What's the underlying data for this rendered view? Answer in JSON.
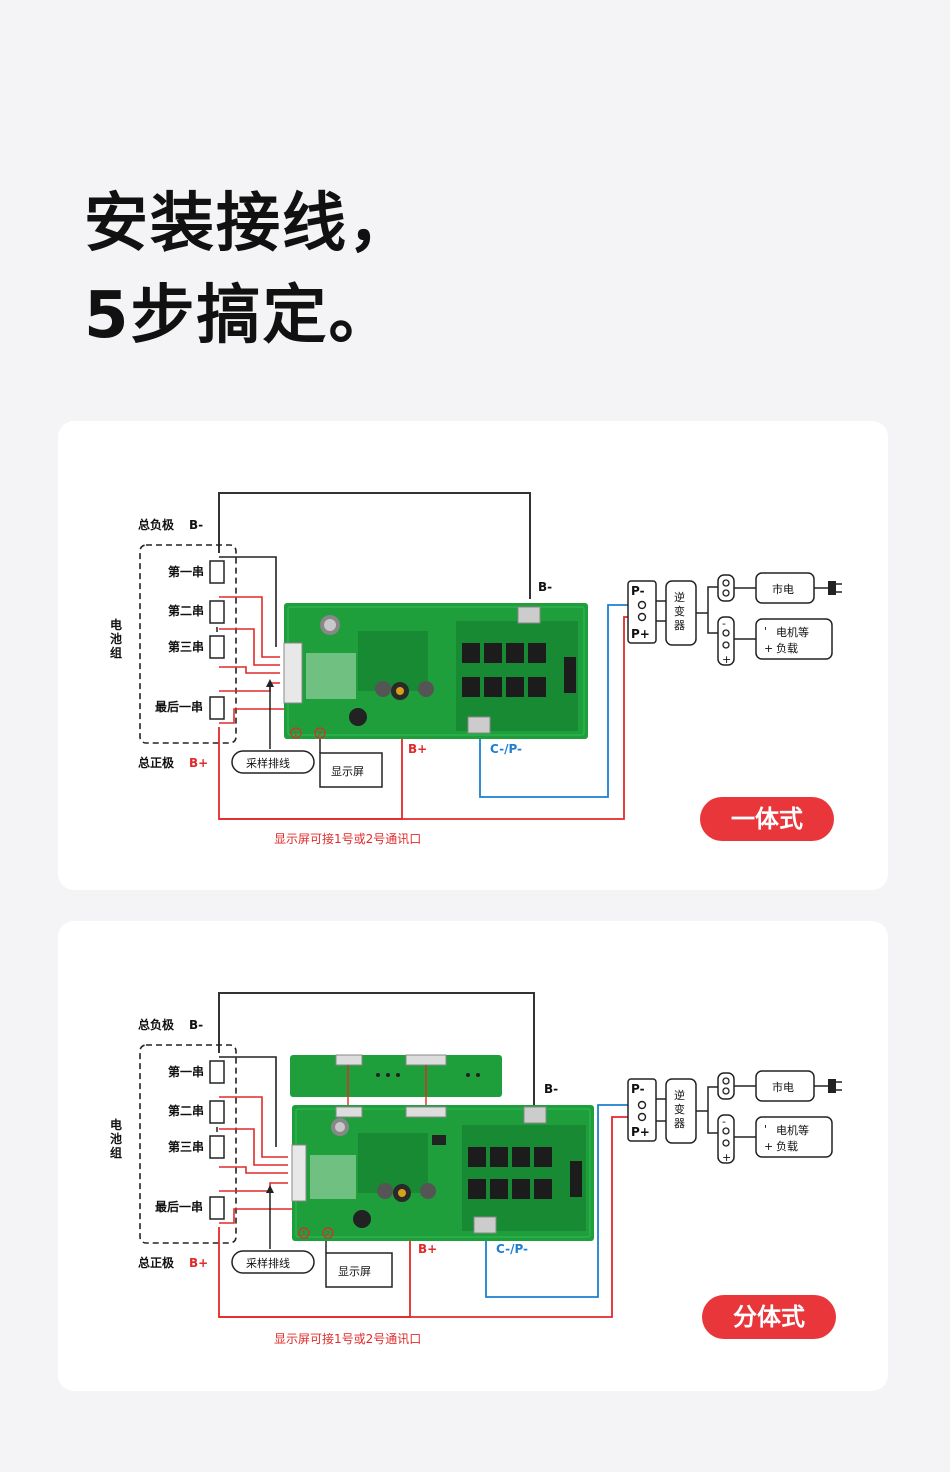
{
  "headline": {
    "line1": "安装接线，",
    "line2": "5步搞定。"
  },
  "labels": {
    "total_negative": "总负极",
    "b_minus": "B-",
    "total_positive": "总正极",
    "b_plus": "B+",
    "battery_pack": [
      "电",
      "池",
      "组"
    ],
    "string1": "第一串",
    "string2": "第二串",
    "string3": "第三串",
    "string_last": "最后一串",
    "sampling_cable": "采样排线",
    "display": "显示屏",
    "c_p_minus": "C-/P-",
    "p_minus": "P-",
    "p_plus": "P+",
    "inverter": [
      "逆",
      "变",
      "器"
    ],
    "mains": "市电",
    "load_line1": "电机等",
    "load_line2": "负载",
    "note": "显示屏可接1号或2号通讯口",
    "circle1": "1",
    "circle2": "2"
  },
  "cards": [
    {
      "tag": "一体式"
    },
    {
      "tag": "分体式"
    }
  ],
  "colors": {
    "accent": "#e8363b",
    "wire_red": "#e12a2a",
    "wire_blue": "#1e7fd0",
    "pcb_green": "#1f9e3c"
  }
}
